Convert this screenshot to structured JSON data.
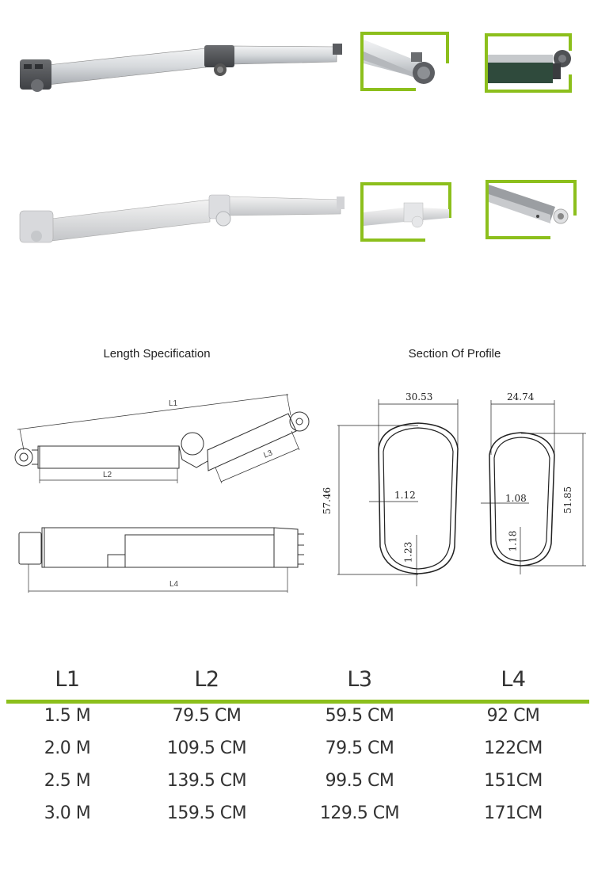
{
  "colors": {
    "accent_green": "#8cbf1c",
    "text": "#333333",
    "line": "#222222"
  },
  "photos": {
    "top_arm": {
      "label": "folding arm (dark hinge)"
    },
    "top_detail_1": {
      "label": "elbow joint detail"
    },
    "top_detail_2": {
      "label": "end fitting detail"
    },
    "bottom_arm": {
      "label": "folding arm (white)"
    },
    "bottom_detail_1": {
      "label": "elbow joint detail white"
    },
    "bottom_detail_2": {
      "label": "end fitting detail white"
    }
  },
  "length_spec": {
    "title": "Length Specification",
    "labels": {
      "l1": "L1",
      "l2": "L2",
      "l3": "L3",
      "l4": "L4"
    }
  },
  "profile": {
    "title": "Section Of Profile",
    "large": {
      "width": "30.53",
      "height": "57.46",
      "wall_side": "1.12",
      "wall_bottom": "1.23"
    },
    "small": {
      "width": "24.74",
      "height": "51.85",
      "wall_side": "1.08",
      "wall_bottom": "1.18"
    }
  },
  "table": {
    "headers": [
      "L1",
      "L2",
      "L3",
      "L4"
    ],
    "rows": [
      [
        "1.5 M",
        "79.5 CM",
        "59.5 CM",
        "92 CM"
      ],
      [
        "2.0 M",
        "109.5 CM",
        "79.5 CM",
        "122CM"
      ],
      [
        "2.5 M",
        "139.5 CM",
        "99.5 CM",
        "151CM"
      ],
      [
        "3.0 M",
        "159.5 CM",
        "129.5 CM",
        "171CM"
      ]
    ]
  },
  "chart_data": {
    "type": "table",
    "title": "Folding arm length specification",
    "columns": [
      "L1",
      "L2",
      "L3",
      "L4"
    ],
    "rows": [
      [
        "1.5 M",
        "79.5 CM",
        "59.5 CM",
        "92 CM"
      ],
      [
        "2.0 M",
        "109.5 CM",
        "79.5 CM",
        "122 CM"
      ],
      [
        "2.5 M",
        "139.5 CM",
        "99.5 CM",
        "151 CM"
      ],
      [
        "3.0 M",
        "159.5 CM",
        "129.5 CM",
        "171 CM"
      ]
    ]
  }
}
